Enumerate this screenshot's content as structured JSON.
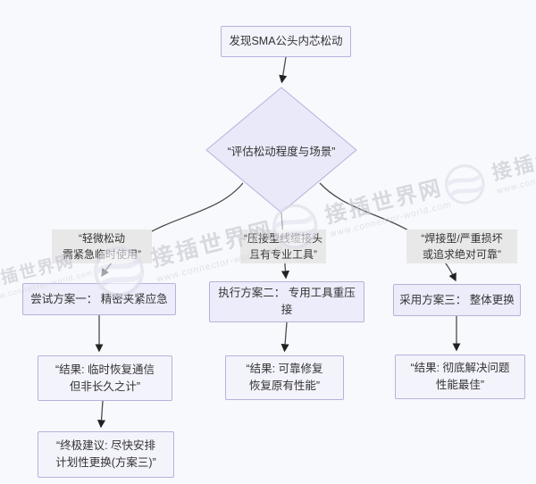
{
  "colors": {
    "background": "#f8f9fc",
    "node_fill": "#ececfa",
    "node_fill_light": "#f3f3fc",
    "node_border": "#b3b3dc",
    "edge_line": "#4b4b4b",
    "edge_label_bg": "#e8e8e8",
    "watermark_text": "#c3c3cf"
  },
  "flowchart": {
    "start": {
      "label": "发现SMA公头内芯松动"
    },
    "decision": {
      "label": "“评估松动程度与场景”"
    },
    "branch_labels": {
      "left": {
        "line1": "“轻微松动",
        "line2": "需紧急临时使用”"
      },
      "middle": {
        "line1": "“压接型线缆接头",
        "line2": "且有专业工具”"
      },
      "right": {
        "line1": "“焊接型/严重损坏",
        "line2": "或追求绝对可靠”"
      }
    },
    "plans": {
      "plan1": {
        "label": "尝试方案一： 精密夹紧应急"
      },
      "plan2": {
        "line1": "执行方案二： 专用工具重压",
        "line2": "接"
      },
      "plan3": {
        "label": "采用方案三： 整体更换"
      }
    },
    "results": {
      "result1": {
        "line1": "“结果: 临时恢复通信",
        "line2": "但非长久之计”"
      },
      "result2": {
        "line1": "“结果: 可靠修复",
        "line2": "恢复原有性能”"
      },
      "result3": {
        "line1": "“结果: 彻底解决问题",
        "line2": "性能最佳”"
      }
    },
    "advice": {
      "line1": "“终极建议: 尽快安排",
      "line2": "计划性更换(方案三)”"
    }
  },
  "watermark": {
    "brand": "接插世界网",
    "url": "www.connector-world.com"
  }
}
